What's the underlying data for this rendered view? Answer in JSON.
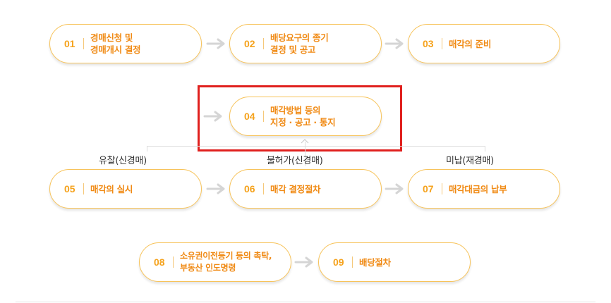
{
  "steps": [
    {
      "num": "01",
      "lines": [
        "경매신청 및",
        "경매개시 결정"
      ]
    },
    {
      "num": "02",
      "lines": [
        "배당요구의 종기",
        "결정 및 공고"
      ]
    },
    {
      "num": "03",
      "lines": [
        "매각의 준비"
      ]
    },
    {
      "num": "04",
      "lines": [
        "매각방법 등의",
        "지정 · 공고 · 통지"
      ]
    },
    {
      "num": "05",
      "lines": [
        "매각의 실시"
      ]
    },
    {
      "num": "06",
      "lines": [
        "매각 결정절차"
      ]
    },
    {
      "num": "07",
      "lines": [
        "매각대금의 납부"
      ]
    },
    {
      "num": "08",
      "lines": [
        "소유권이전등기 등의 촉탁,",
        "부동산 인도명령"
      ]
    },
    {
      "num": "09",
      "lines": [
        "배당절차"
      ]
    }
  ],
  "branches": {
    "left": "유찰(신경매)",
    "middle": "불허가(신경매)",
    "right": "미납(재경매)"
  },
  "colors": {
    "accent": "#f08a14",
    "border": "#f7c35a",
    "arrow": "#d5d5d5",
    "highlight": "#e0201e"
  }
}
